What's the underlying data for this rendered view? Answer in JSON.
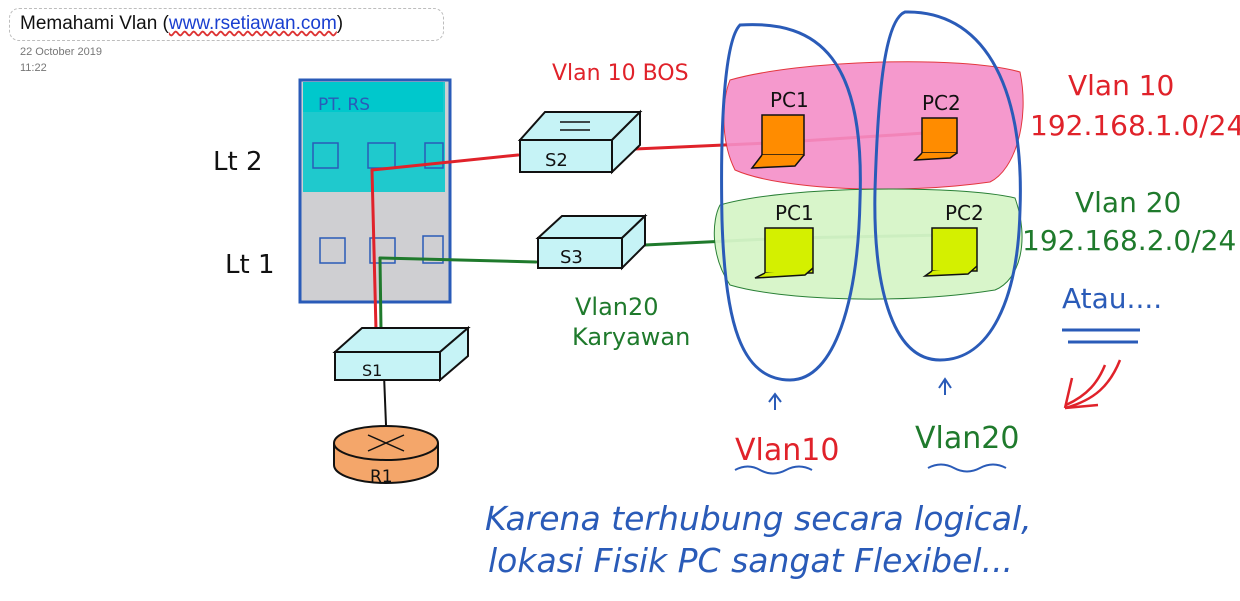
{
  "page": {
    "title_prefix": "Memahami Vlan (",
    "title_link": "www.rsetiawan.com",
    "title_suffix": ")",
    "date": "22 October  2019",
    "time": "11:22"
  },
  "diagram": {
    "building_label": "PT. RS",
    "floor2": "Lt 2",
    "floor1": "Lt 1",
    "switch1": "S1",
    "switch2": "S2",
    "switch3": "S3",
    "router": "R1",
    "vlan10_name": "Vlan 10 BOS",
    "vlan20_line1": "Vlan20",
    "vlan20_line2": "Karyawan",
    "pc1_top": "PC1",
    "pc2_top": "PC2",
    "pc1_bottom": "PC1",
    "pc2_bottom": "PC2",
    "vlan10_right": "Vlan 10",
    "subnet10": "192.168.1.0/24",
    "vlan20_right": "Vlan 20",
    "subnet20": "192.168.2.0/24",
    "atau": "Atau....",
    "bottom_vlan10": "Vlan10",
    "bottom_vlan20": "Vlan20",
    "caption_line1": "Karena terhubung secara logical,",
    "caption_line2": "lokasi Fisik PC sangat Flexibel..."
  },
  "colors": {
    "red": "#e0222a",
    "green": "#1f7a2c",
    "blue": "#2a5bb8",
    "cyan": "#00c8cc",
    "pink": "#f48fc8",
    "lightgreen": "#d6f5c8",
    "orange": "#ff8c00",
    "lime": "#d4f000",
    "router": "#f4a66a",
    "switch": "#c6f3f6"
  }
}
